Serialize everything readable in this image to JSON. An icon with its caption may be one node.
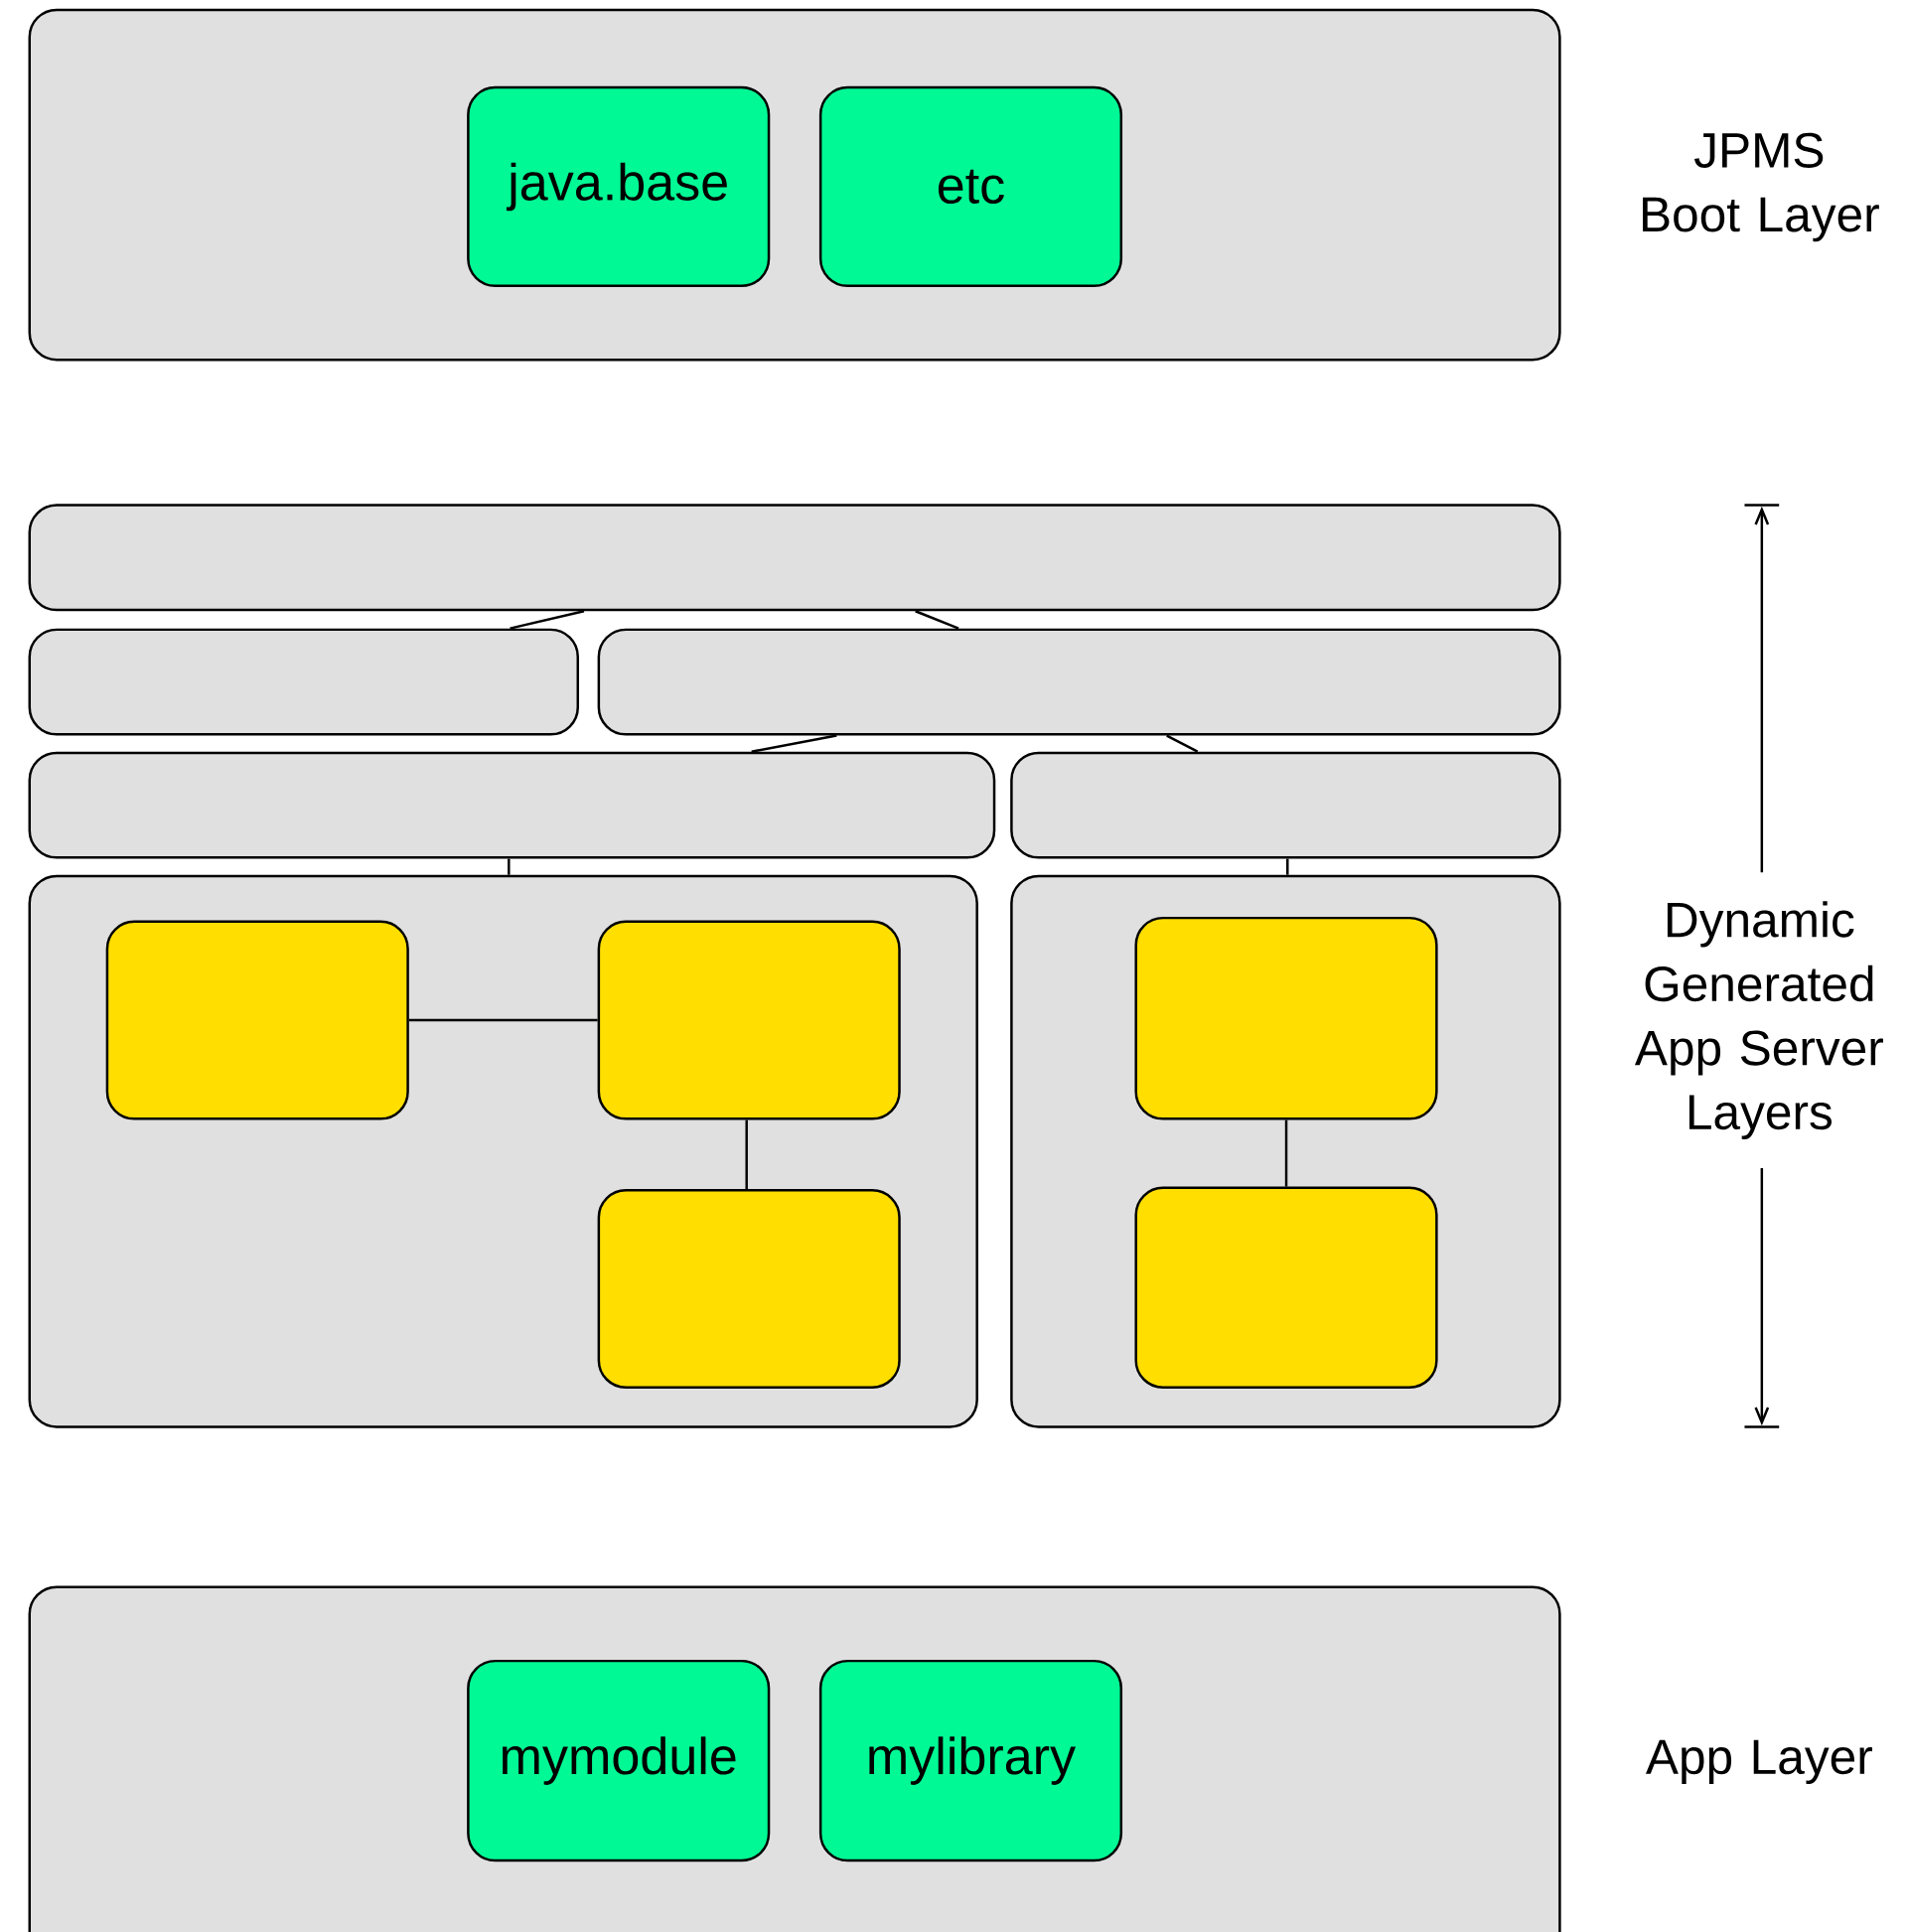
{
  "diagram": {
    "nodes": [
      {
        "text": [],
        "shape": "box",
        "beside": [
          "JPMS Boot Layer"
        ]
      },
      {
        "text": [
          "java.base"
        ],
        "in": 0
      },
      {
        "text": [
          "etc"
        ],
        "in": 0
      },
      {
        "text": [],
        "shape": "box"
      },
      {
        "text": [],
        "shape": "box"
      },
      {
        "text": [],
        "shape": "box"
      },
      {
        "text": [],
        "shape": "box"
      },
      {
        "text": [],
        "shape": "box"
      },
      {
        "text": [],
        "shape": "box"
      },
      {
        "text": [],
        "shape": "box",
        "in": 8
      },
      {
        "text": [],
        "shape": "box",
        "in": 8
      },
      {
        "text": [],
        "shape": "box",
        "in": 8
      },
      {
        "text": [],
        "shape": "box"
      },
      {
        "text": [],
        "shape": "box",
        "in": 12
      },
      {
        "text": [],
        "shape": "box",
        "in": 12
      },
      {
        "text": [],
        "shape": "box",
        "beside": [
          "App Layer"
        ]
      },
      {
        "text": [
          "mymodule"
        ],
        "in": 15
      },
      {
        "text": [
          "mylibrary"
        ],
        "in": 15
      }
    ],
    "edges": [
      {
        "from": 3,
        "to": 4,
        "arrow": "none"
      },
      {
        "from": 3,
        "to": 5,
        "arrow": "none"
      },
      {
        "from": 5,
        "to": 6,
        "arrow": "none"
      },
      {
        "from": 5,
        "to": 7,
        "arrow": "none"
      },
      {
        "from": 6,
        "to": 8,
        "arrow": "none"
      },
      {
        "from": 7,
        "to": 12,
        "arrow": "none"
      },
      {
        "from": 9,
        "to": 10,
        "arrow": "none"
      },
      {
        "from": 10,
        "to": 11,
        "arrow": "none"
      },
      {
        "from": 13,
        "to": 14,
        "arrow": "none"
      }
    ],
    "labels": [
      "Dynamic Generated App Server Layers"
    ]
  }
}
